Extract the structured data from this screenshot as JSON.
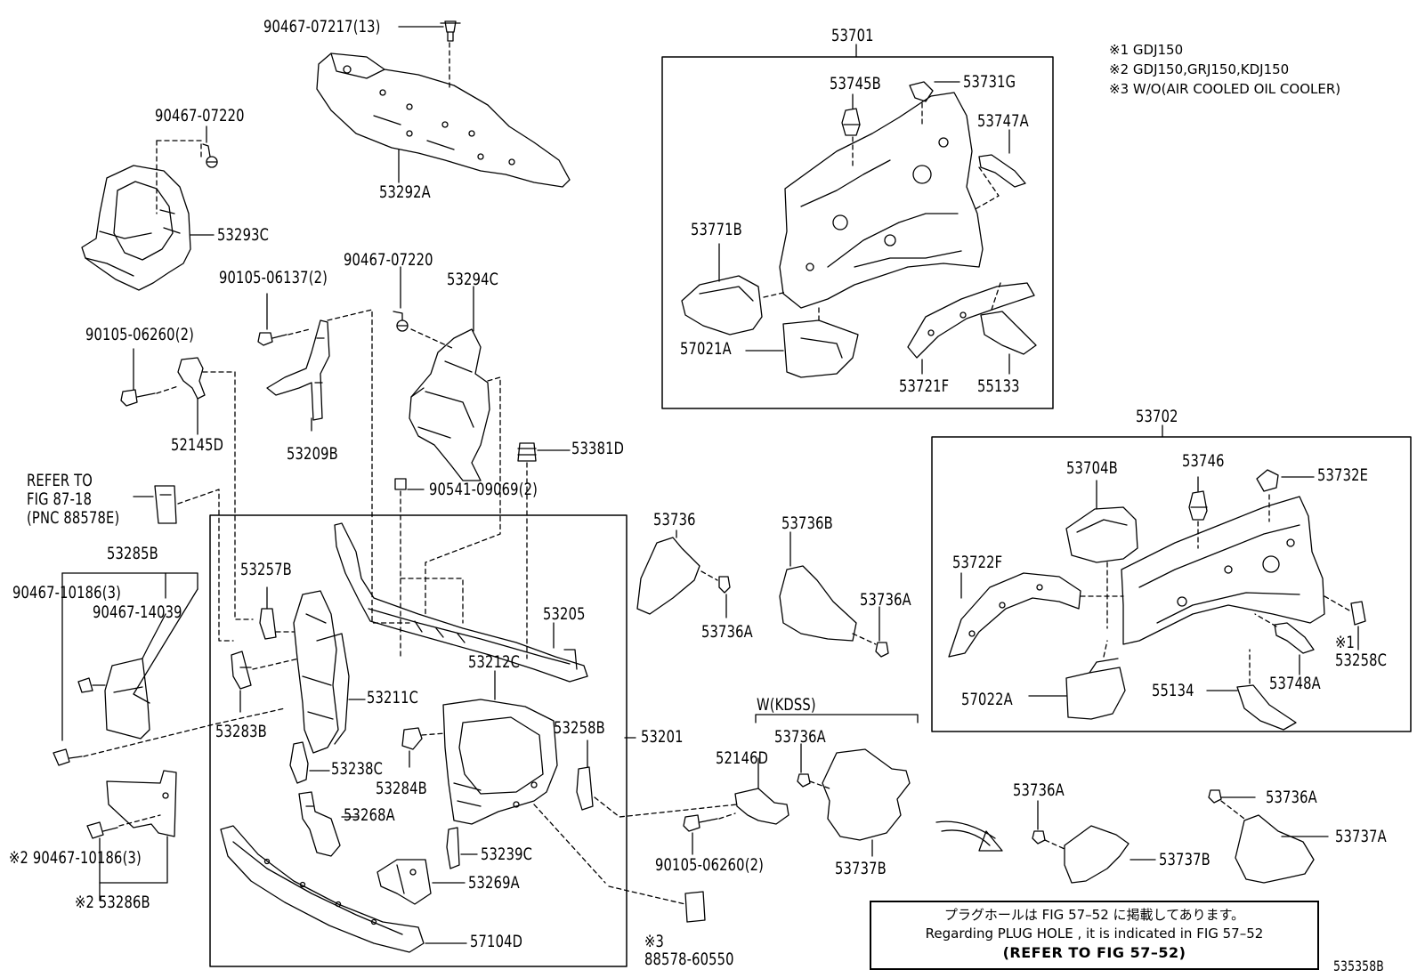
{
  "diagram_id": "535358B",
  "legend": [
    {
      "mark": "※1",
      "text": "GDJ150"
    },
    {
      "mark": "※2",
      "text": "GDJ150,GRJ150,KDJ150"
    },
    {
      "mark": "※3",
      "text": "W/O(AIR COOLED OIL COOLER)"
    }
  ],
  "plug_note": {
    "ja": "プラグホールは FIG  57–52 に掲載してあります。",
    "en": "Regarding  PLUG  HOLE , it is indicated in  FIG  57–52",
    "ref": "(REFER  TO  FIG  57–52)"
  },
  "refer_note": {
    "line1": "REFER TO",
    "line2": "FIG 87-18",
    "line3": "(PNC 88578E)"
  },
  "group_kdss": "W(KDSS)",
  "parts": {
    "p1": "90467-07217(13)",
    "p2": "90467-07220",
    "p3": "53292A",
    "p4": "53293C",
    "p5": "90105-06137(2)",
    "p6": "90467-07220",
    "p7": "53294C",
    "p8": "90105-06260(2)",
    "p9": "52145D",
    "p10": "53209B",
    "p11": "53381D",
    "p12": "90541-09069(2)",
    "p13": "53285B",
    "p14": "90467-10186(3)",
    "p15": "90467-14039",
    "p16": "53257B",
    "p17": "53283B",
    "p18": "53211C",
    "p19": "53238C",
    "p20": "53284B",
    "p21": "53212C",
    "p22": "53205",
    "p23": "53258B",
    "p24": "53201",
    "p25": "53268A",
    "p26": "53239C",
    "p27": "53269A",
    "p28": "57104D",
    "p29": "90467-10186(3)",
    "p30": "53286B",
    "p31": "53701",
    "p32": "53745B",
    "p33": "53731G",
    "p34": "53747A",
    "p35": "53771B",
    "p36": "57021A",
    "p37": "53721F",
    "p38": "55133",
    "p39": "53702",
    "p40": "53704B",
    "p41": "53746",
    "p42": "53732E",
    "p43": "53722F",
    "p44": "53258C",
    "p45": "53748A",
    "p46": "57022A",
    "p47": "55134",
    "p48": "53736",
    "p49": "53736A",
    "p50": "53736B",
    "p51": "53736A",
    "p52": "53736A",
    "p53": "52146D",
    "p54": "90105-06260(2)",
    "p55": "53737B",
    "p56": "88578-60550",
    "p57": "53736A",
    "p58": "53737B",
    "p59": "53736A",
    "p60": "53737A"
  },
  "marks": {
    "m1": "※2",
    "m2": "※2",
    "m3": "※1",
    "m4": "※3"
  }
}
